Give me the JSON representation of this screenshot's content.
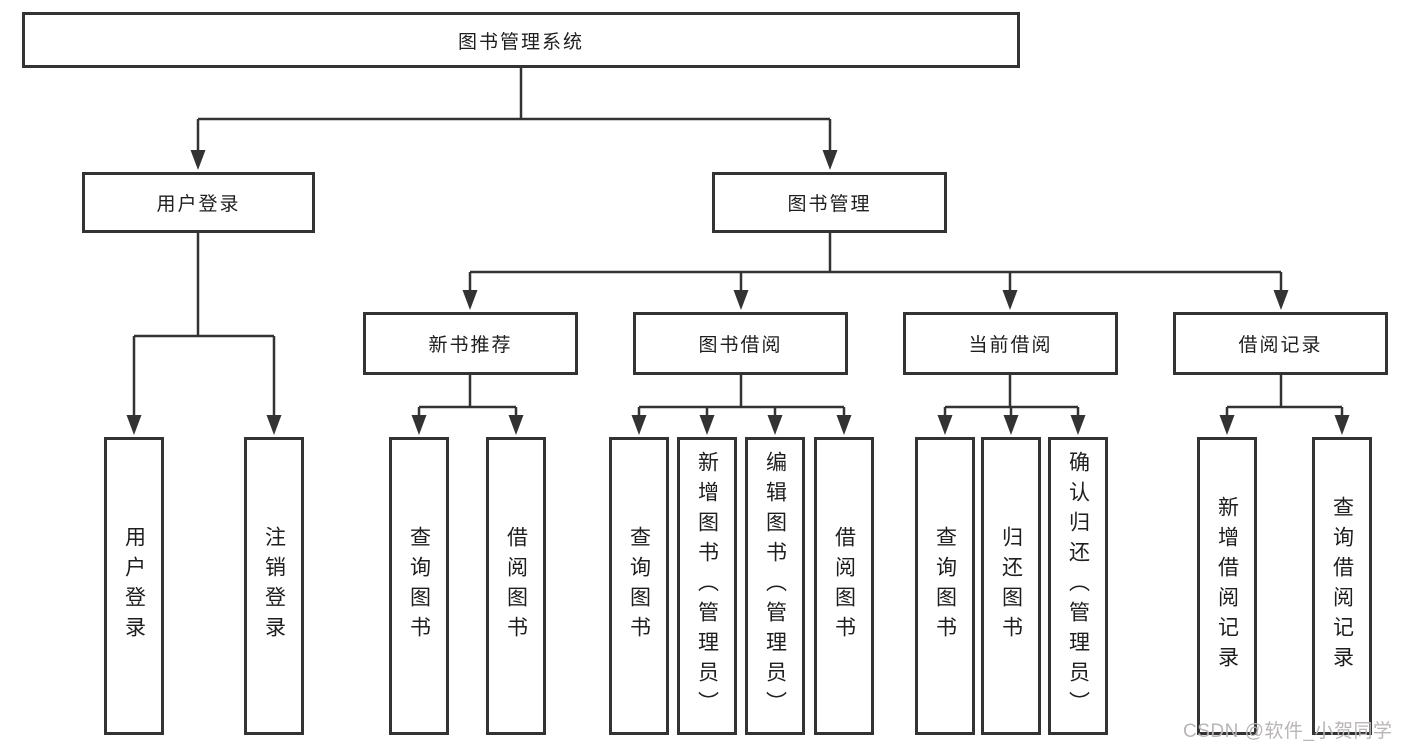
{
  "tree": {
    "root": {
      "label": "图书管理系统"
    },
    "branches": [
      {
        "label": "用户登录",
        "children": [
          {
            "label": "用户登录"
          },
          {
            "label": "注销登录"
          }
        ]
      },
      {
        "label": "图书管理",
        "children": [
          {
            "label": "新书推荐",
            "children": [
              {
                "label": "查询图书"
              },
              {
                "label": "借阅图书"
              }
            ]
          },
          {
            "label": "图书借阅",
            "children": [
              {
                "label": "查询图书"
              },
              {
                "label": "新增图书（管理员）"
              },
              {
                "label": "编辑图书（管理员）"
              },
              {
                "label": "借阅图书"
              }
            ]
          },
          {
            "label": "当前借阅",
            "children": [
              {
                "label": "查询图书"
              },
              {
                "label": "归还图书"
              },
              {
                "label": "确认归还（管理员）"
              }
            ]
          },
          {
            "label": "借阅记录",
            "children": [
              {
                "label": "新增借阅记录"
              },
              {
                "label": "查询借阅记录"
              }
            ]
          }
        ]
      }
    ]
  },
  "watermark": {
    "text": "CSDN @软件_小贺同学"
  },
  "colors": {
    "line": "#333333",
    "box_border": "#333333",
    "text": "#1e1e1e",
    "background": "#ffffff",
    "watermark": "#b9b5b7"
  }
}
